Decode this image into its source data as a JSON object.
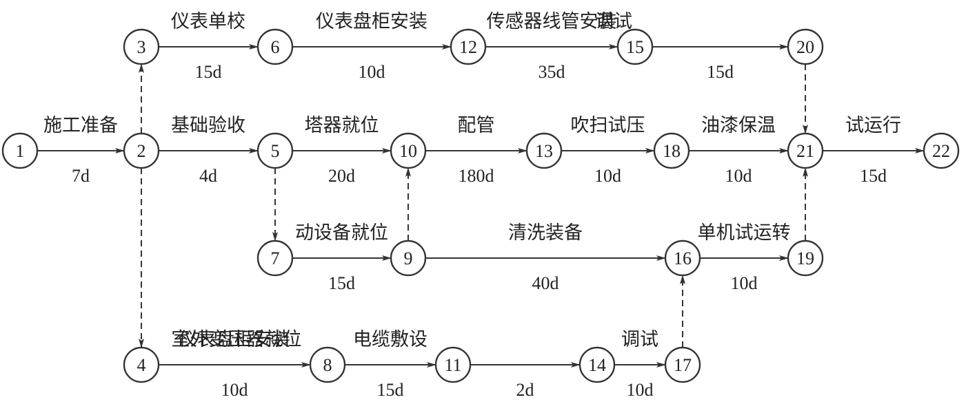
{
  "diagram": {
    "nodes": [
      "1",
      "2",
      "3",
      "4",
      "5",
      "6",
      "7",
      "8",
      "9",
      "10",
      "11",
      "12",
      "13",
      "14",
      "15",
      "16",
      "17",
      "18",
      "19",
      "20",
      "21",
      "22"
    ],
    "edges": [
      {
        "from": "1",
        "to": "2",
        "task": "施工准备",
        "duration": "7d",
        "dashed": false
      },
      {
        "from": "2",
        "to": "5",
        "task": "基础验收",
        "duration": "4d",
        "dashed": false
      },
      {
        "from": "5",
        "to": "10",
        "task": "塔器就位",
        "duration": "20d",
        "dashed": false
      },
      {
        "from": "10",
        "to": "13",
        "task": "配管",
        "duration": "180d",
        "dashed": false
      },
      {
        "from": "13",
        "to": "18",
        "task": "吹扫试压",
        "duration": "10d",
        "dashed": false
      },
      {
        "from": "18",
        "to": "21",
        "task": "油漆保温",
        "duration": "10d",
        "dashed": false
      },
      {
        "from": "21",
        "to": "22",
        "task": "试运行",
        "duration": "15d",
        "dashed": false
      },
      {
        "from": "3",
        "to": "6",
        "task": "仪表单校",
        "duration": "15d",
        "dashed": false
      },
      {
        "from": "6",
        "to": "12",
        "task": "仪表盘柜安装",
        "duration": "10d",
        "dashed": false
      },
      {
        "from": "12",
        "to": "15",
        "task": "传感器线管安装",
        "duration": "35d",
        "dashed": false
      },
      {
        "from": "15",
        "to": "20",
        "task": "调试",
        "duration": "15d",
        "dashed": false
      },
      {
        "from": "7",
        "to": "9",
        "task": "动设备就位",
        "duration": "15d",
        "dashed": false
      },
      {
        "from": "9",
        "to": "16",
        "task": "清洗装备",
        "duration": "40d",
        "dashed": false
      },
      {
        "from": "16",
        "to": "19",
        "task": "单机试运转",
        "duration": "10d",
        "dashed": false
      },
      {
        "from": "4",
        "to": "8",
        "task": "仪表盘柜安装",
        "duration": "10d",
        "dashed": false
      },
      {
        "from": "8",
        "to": "11",
        "task": "电缆敷设",
        "duration": "15d",
        "dashed": false
      },
      {
        "from": "11",
        "to": "14",
        "task": "室外变压器就位",
        "duration": "2d",
        "dashed": false
      },
      {
        "from": "14",
        "to": "17",
        "task": "调试",
        "duration": "10d",
        "dashed": false
      },
      {
        "from": "2",
        "to": "3",
        "task": "",
        "duration": "",
        "dashed": true
      },
      {
        "from": "2",
        "to": "4",
        "task": "",
        "duration": "",
        "dashed": true
      },
      {
        "from": "5",
        "to": "7",
        "task": "",
        "duration": "",
        "dashed": true
      },
      {
        "from": "9",
        "to": "10",
        "task": "",
        "duration": "",
        "dashed": true
      },
      {
        "from": "20",
        "to": "21",
        "task": "",
        "duration": "",
        "dashed": true
      },
      {
        "from": "19",
        "to": "21",
        "task": "",
        "duration": "",
        "dashed": true
      },
      {
        "from": "17",
        "to": "16",
        "task": "",
        "duration": "",
        "dashed": true
      }
    ]
  }
}
